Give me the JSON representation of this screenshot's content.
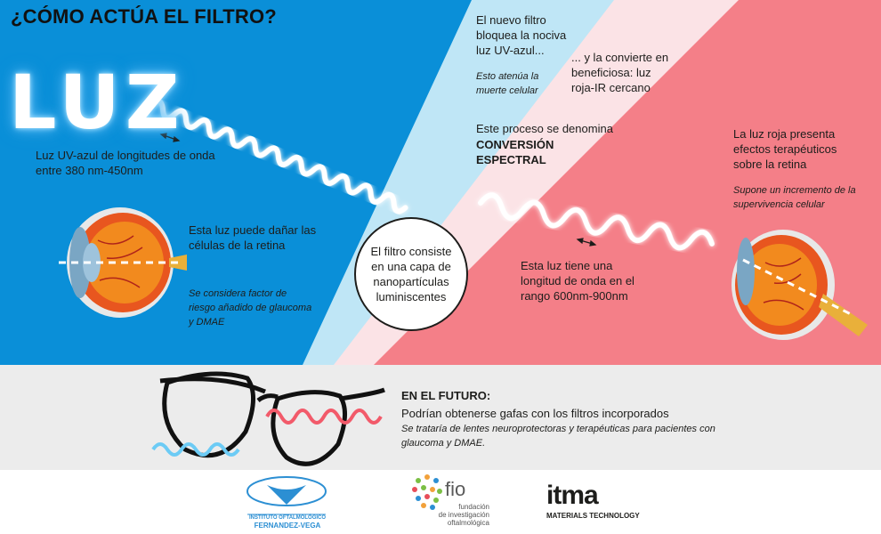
{
  "title": "¿CÓMO ACTÚA EL FILTRO?",
  "luz": "LUZ",
  "left": {
    "wavelength": "Luz UV-azul de longitudes de onda entre 380 nm-450nm",
    "damage": "Esta luz puede dañar las células de la retina",
    "risk": "Se considera factor de riesgo añadido de glaucoma y DMAE"
  },
  "filter_circle": "El filtro consiste en una capa de nanopartículas luminiscentes",
  "middle": {
    "blocks": "El nuevo filtro bloquea la nociva luz UV-azul...",
    "attenuates": "Esto atenúa la muerte celular",
    "converts": "... y la convierte en beneficiosa: luz roja-IR cercano",
    "process": "Este proceso se denomina",
    "conversion": "CONVERSIÓN ESPECTRAL"
  },
  "right": {
    "red_light": "La luz roja presenta efectos terapéuticos sobre la retina",
    "survival": "Supone un incremento de la supervivencia celular",
    "range": "Esta luz tiene una longitud de onda en el rango 600nm-900nm"
  },
  "future": {
    "heading": "EN EL FUTURO:",
    "text": "Podrían obtenerse gafas con los filtros incorporados",
    "detail": "Se trataría de lentes neuroprotectoras y terapéuticas para pacientes con glaucoma y DMAE."
  },
  "logos": {
    "ifv_line1": "INSTITUTO OFTALMOLÓGICO",
    "ifv_line2": "FERNANDEZ-VEGA",
    "fio_mark": "fio",
    "fio_line1": "fundación",
    "fio_line2": "de investigación",
    "fio_line3": "oftalmológica",
    "itma_mark": "itma",
    "itma_line": "MATERIALS TECHNOLOGY"
  },
  "colors": {
    "blue": "#0a8fd8",
    "light_blue": "#bfe6f6",
    "pale_pink": "#fbe3e6",
    "red": "#f47f88",
    "gray": "#ececec"
  }
}
